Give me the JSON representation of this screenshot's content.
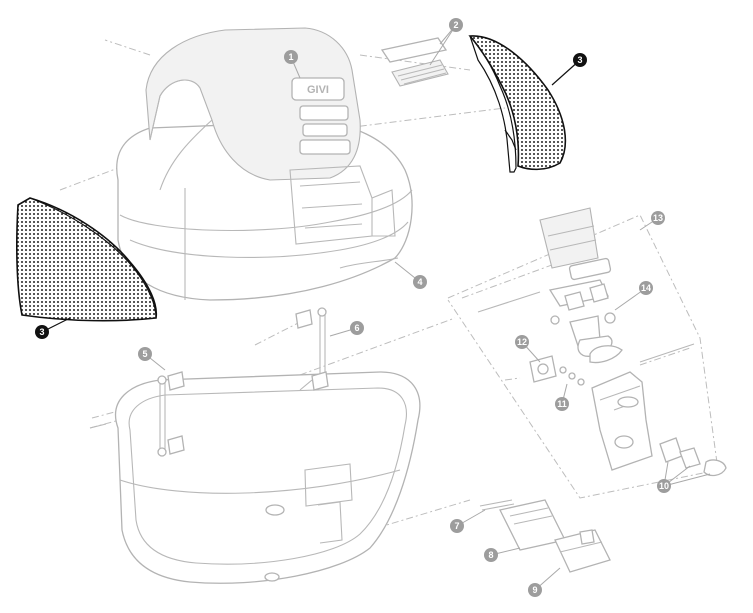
{
  "callouts": [
    {
      "id": "c1",
      "text": "1"
    },
    {
      "id": "c2",
      "text": "2"
    },
    {
      "id": "c3a",
      "text": "3"
    },
    {
      "id": "c3b",
      "text": "3"
    },
    {
      "id": "c4",
      "text": "4"
    },
    {
      "id": "c5",
      "text": "5"
    },
    {
      "id": "c6",
      "text": "6"
    },
    {
      "id": "c7",
      "text": "7"
    },
    {
      "id": "c8",
      "text": "8"
    },
    {
      "id": "c9",
      "text": "9"
    },
    {
      "id": "c10",
      "text": "10"
    },
    {
      "id": "c11",
      "text": "11"
    },
    {
      "id": "c12",
      "text": "12"
    },
    {
      "id": "c13",
      "text": "13"
    },
    {
      "id": "c14",
      "text": "14"
    }
  ],
  "logo_text": "GIVI",
  "colors": {
    "highlight": "#111111",
    "ghost_outline": "#b3b3b3",
    "callout_grey": "#9d9d9d",
    "background": "#ffffff"
  }
}
